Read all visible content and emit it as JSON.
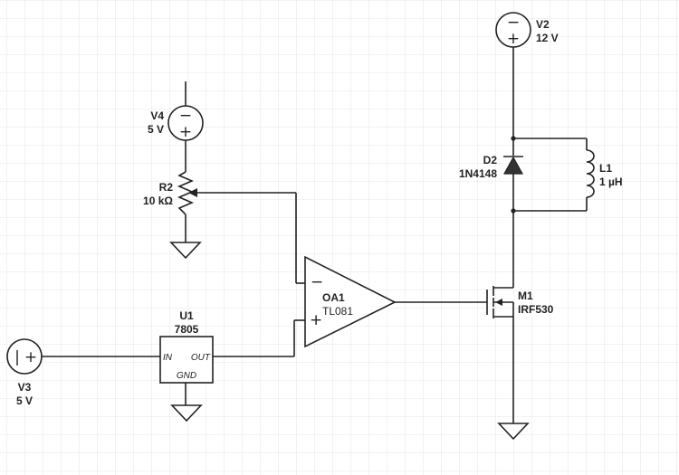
{
  "components": {
    "v2": {
      "ref": "V2",
      "value": "12 V",
      "minus": "−",
      "plus": "+"
    },
    "v4": {
      "ref": "V4",
      "value": "5 V",
      "minus": "−",
      "plus": "+"
    },
    "v3": {
      "ref": "V3",
      "value": "5 V",
      "bar": "|",
      "plus": "+"
    },
    "r2": {
      "ref": "R2",
      "value": "10 kΩ"
    },
    "d2": {
      "ref": "D2",
      "value": "1N4148"
    },
    "l1": {
      "ref": "L1",
      "value": "1 µH"
    },
    "oa1": {
      "ref": "OA1",
      "value": "TL081",
      "minus": "−",
      "plus": "+"
    },
    "m1": {
      "ref": "M1",
      "value": "IRF530"
    },
    "u1": {
      "ref": "U1",
      "value": "7805",
      "pin_in": "IN",
      "pin_out": "OUT",
      "pin_gnd": "GND"
    }
  },
  "colors": {
    "wire": "#222222",
    "grid": "#e4e4e4",
    "background": "#ffffff",
    "diode_fill": "#333333"
  }
}
